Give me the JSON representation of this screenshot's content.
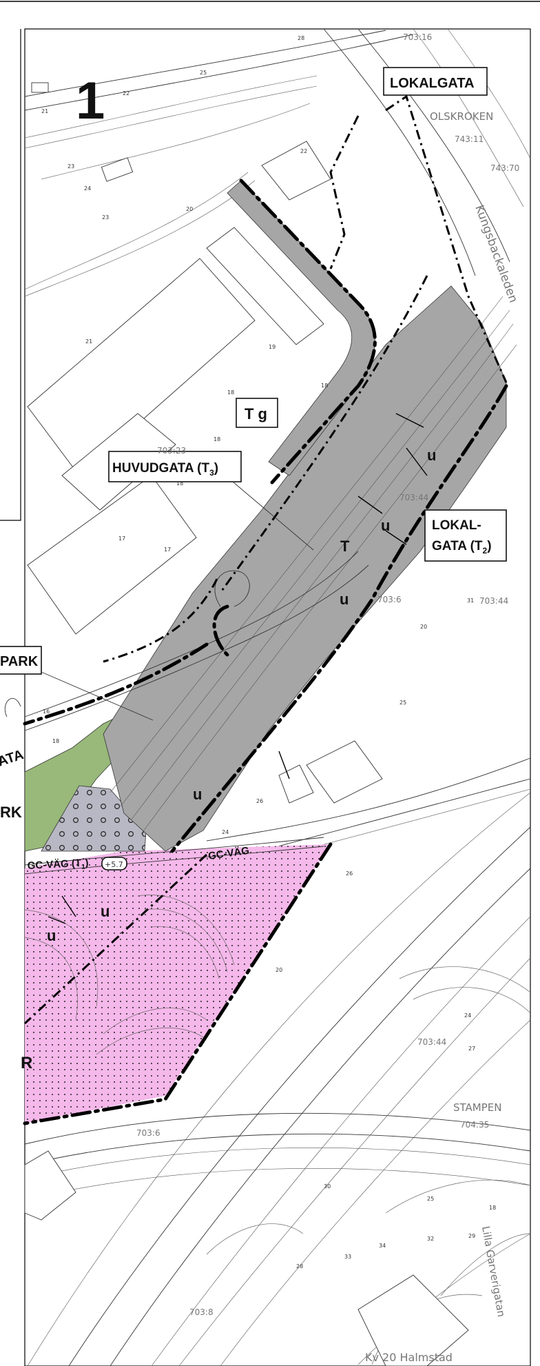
{
  "sheet": {
    "number": "1"
  },
  "street_labels": {
    "lokalgata": "LOKALGATA",
    "huvudgata": "HUVUDGATA (T",
    "huvudgata_sub": "3",
    "huvudgata_close": ")",
    "lokalgata2_line1": "LOKAL-",
    "lokalgata2_line2": "GATA (T",
    "lokalgata2_sub": "2",
    "lokalgata2_close": ")",
    "park_top": "PARK",
    "park_left": "RK",
    "gata_left": "ATA",
    "gc_vag_left": "GC-VÄG (T",
    "gc_vag_left_sub": "1",
    "gc_vag_left_close": ")",
    "gc_vag_left_level": "+5.7",
    "gc_vag_right": "GC-VÄG",
    "tg": "T g"
  },
  "zone_labels": {
    "u_1": "u",
    "u_2": "u",
    "u_3": "u",
    "u_4": "u",
    "u_5": "u",
    "u_6": "u",
    "t": "T",
    "r": "R"
  },
  "place_labels": {
    "olskroken": "OLSKROKEN",
    "stampen": "STAMPEN",
    "kungsbackaleden": "Kungsbackaleden",
    "lilla_garverigatan": "Lilla Garverigatan",
    "kv_halmstad": "Kv 20 Halmstad"
  },
  "parcel_labels": [
    "703:16",
    "743:11",
    "743:70",
    "703:23",
    "703:44",
    "703:6",
    "703:44",
    "703:44",
    "704:35",
    "703:6",
    "703:8"
  ],
  "spot_heights": [
    "28",
    "25",
    "22",
    "21",
    "23",
    "22",
    "24",
    "23",
    "20",
    "21",
    "19",
    "18",
    "18",
    "18",
    "18",
    "17",
    "17",
    "16",
    "18",
    "20",
    "26",
    "24",
    "25",
    "26",
    "24",
    "27",
    "31",
    "20",
    "18",
    "25",
    "30",
    "32",
    "29",
    "33",
    "34",
    "28"
  ],
  "legend_colors": {
    "street_gray": "#a6a6a6",
    "park_green": "#98b97a",
    "residential_pink": "#f5b8ea",
    "dotted_gray": "#b8b8c4"
  }
}
